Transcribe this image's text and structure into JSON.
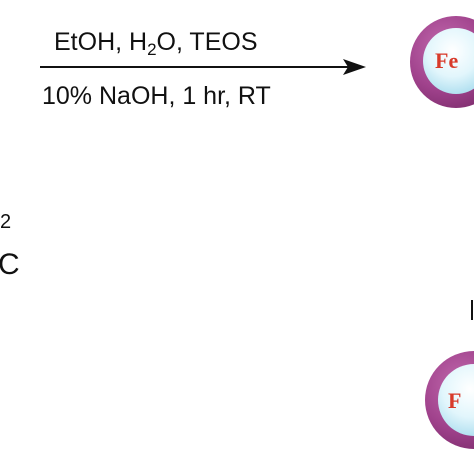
{
  "reaction": {
    "reagents_top": {
      "a": "EtOH, H",
      "sub": "2",
      "b": "O, TEOS"
    },
    "conditions_bottom": "10% NaOH, 1 hr, RT"
  },
  "left_fragment": {
    "superscript": "2",
    "letter": "C"
  },
  "particles": {
    "top_label": "Fe",
    "bottom_label": "F"
  },
  "colors": {
    "shell": "#a0428c",
    "core": "#d9f3fb",
    "label": "#d83a2a",
    "arrow": "#111111"
  }
}
